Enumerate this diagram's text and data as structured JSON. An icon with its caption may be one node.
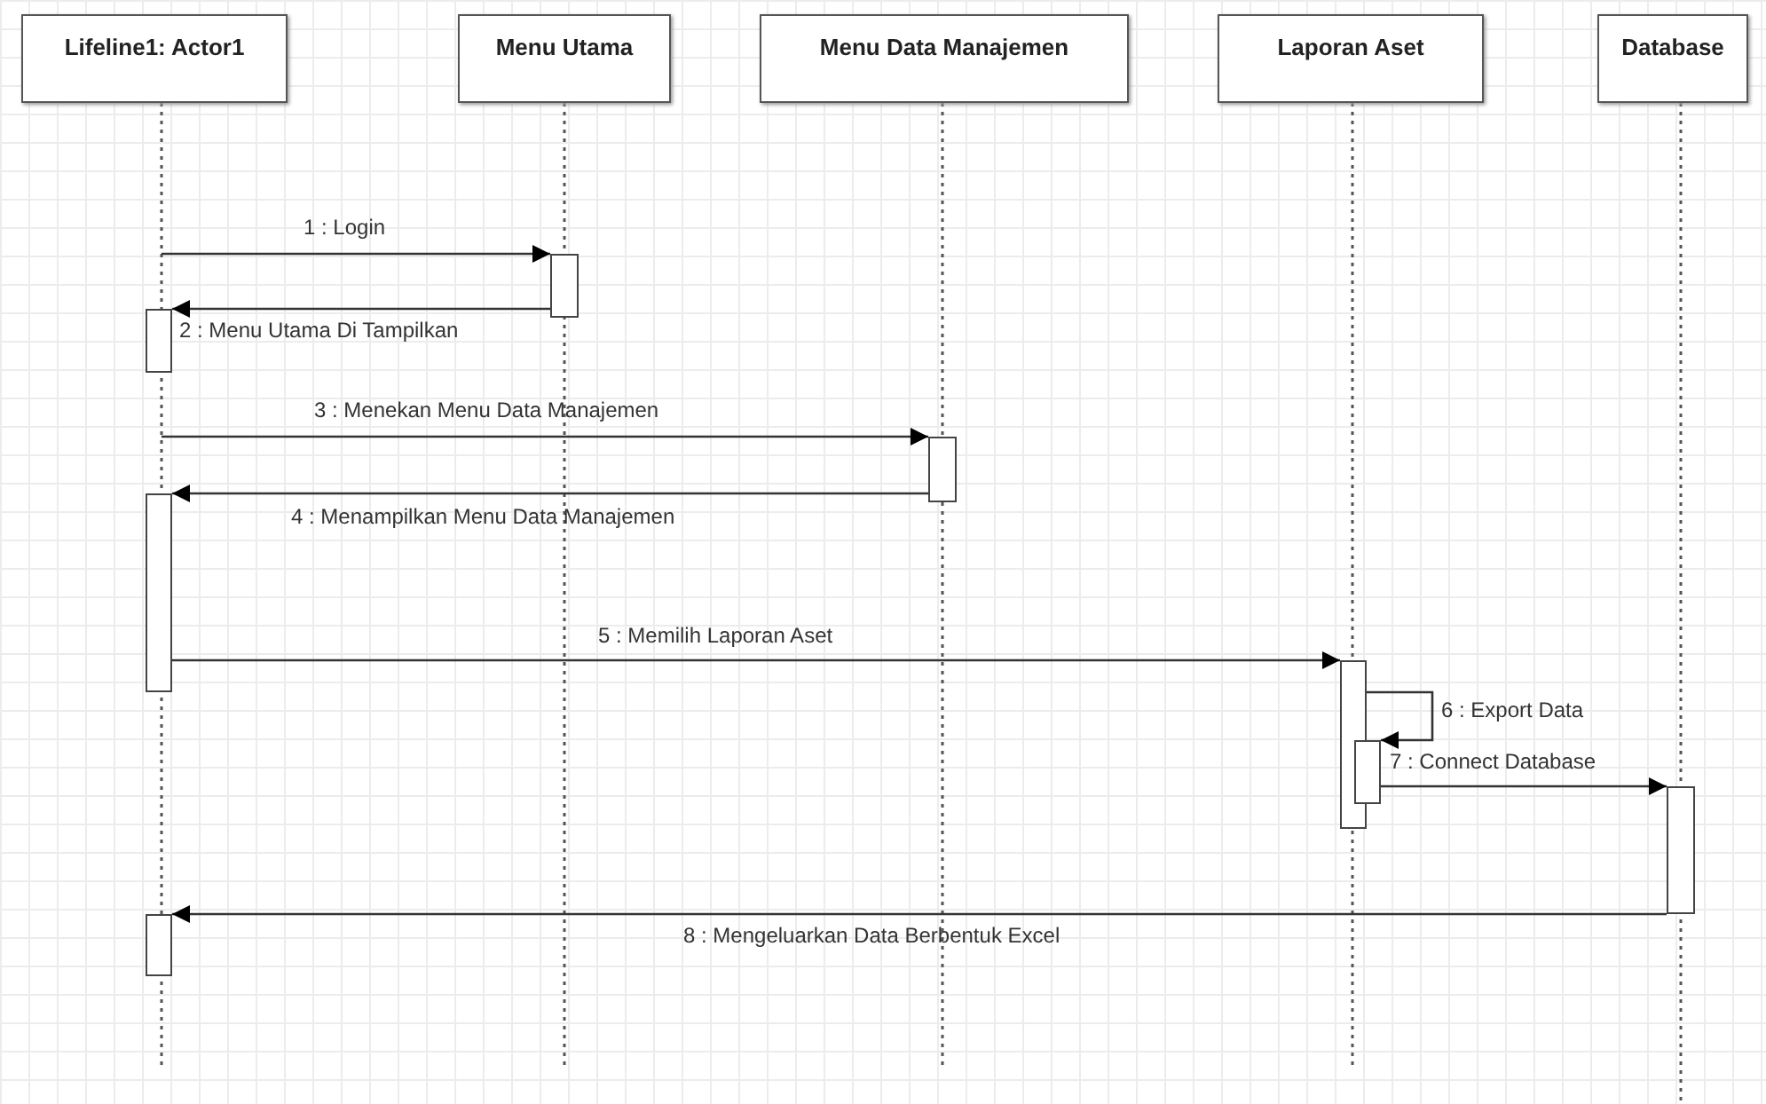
{
  "diagram": {
    "nodes": [
      {
        "text": [
          "Lifeline1: Actor1"
        ]
      },
      {
        "text": [
          "Menu Utama"
        ]
      },
      {
        "text": [
          "Menu Data Manajemen"
        ]
      },
      {
        "text": [
          "Laporan Aset"
        ]
      },
      {
        "text": [
          "Database"
        ]
      },
      {
        "text": [],
        "shape": "bar"
      },
      {
        "text": [],
        "shape": "bar"
      },
      {
        "text": [],
        "shape": "bar"
      },
      {
        "text": [],
        "shape": "bar"
      },
      {
        "text": [],
        "shape": "bar"
      },
      {
        "text": [],
        "shape": "bar"
      },
      {
        "text": [],
        "shape": "bar"
      },
      {
        "text": [],
        "shape": "bar"
      }
    ],
    "edges": [
      {
        "from": null,
        "to": 6,
        "arrow": "to",
        "label": "1 : Login"
      },
      {
        "from": 6,
        "to": 5,
        "arrow": "to",
        "label": "2 : Menu Utama Di Tampilkan"
      },
      {
        "from": null,
        "to": 7,
        "arrow": "to",
        "label": "3 : Menekan Menu Data Manajemen"
      },
      {
        "from": 7,
        "to": 8,
        "arrow": "to",
        "label": "4 : Menampilkan Menu Data Manajemen"
      },
      {
        "from": 8,
        "to": 9,
        "arrow": "to",
        "label": "5 : Memilih Laporan Aset"
      },
      {
        "from": 9,
        "to": 10,
        "arrow": "to",
        "label": "6 : Export Data"
      },
      {
        "from": 10,
        "to": 11,
        "arrow": "to",
        "label": "7 : Connect Database"
      },
      {
        "from": 11,
        "to": 12,
        "arrow": "to",
        "label": "8 : Mengeluarkan Data Berbentuk Excel"
      }
    ]
  }
}
